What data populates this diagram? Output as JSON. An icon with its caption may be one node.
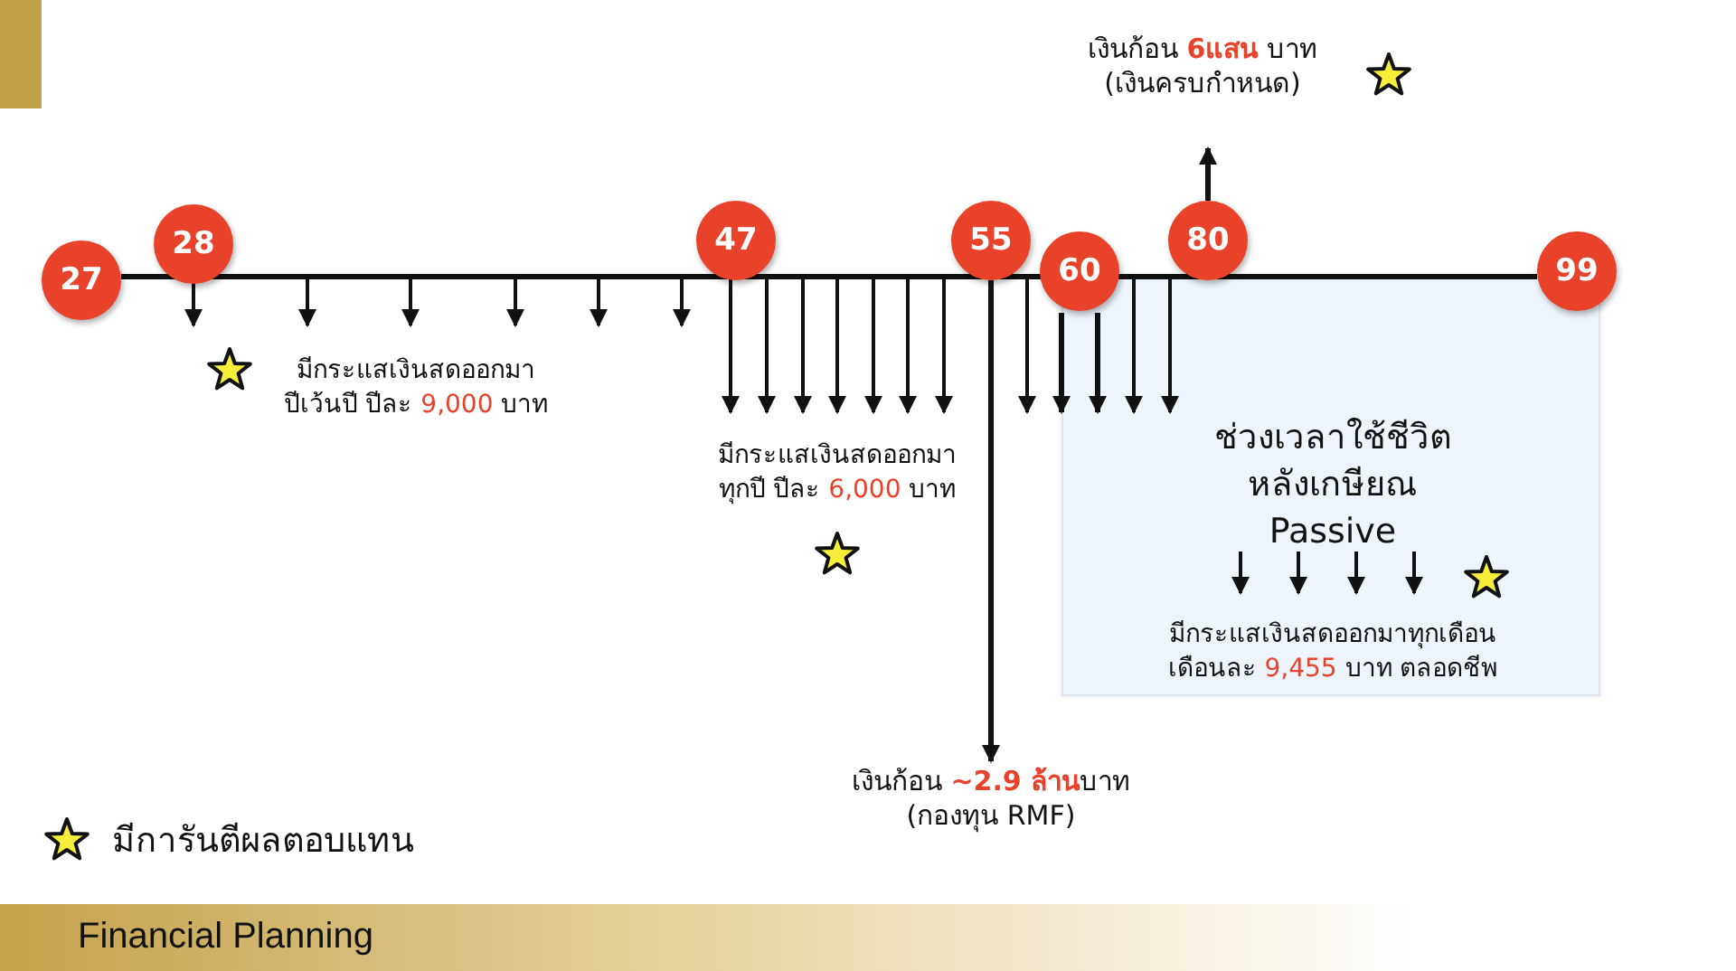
{
  "diagram": {
    "nodes": [
      {
        "text": [
          "27"
        ]
      },
      {
        "text": [
          "28"
        ]
      },
      {
        "text": [
          "47"
        ]
      },
      {
        "text": [
          "55"
        ]
      },
      {
        "text": [
          "60"
        ]
      },
      {
        "text": [
          "80"
        ]
      },
      {
        "text": [
          "99"
        ]
      },
      {
        "text": [
          "เงินก้อน **6แสน** บาท (เงินครบกำหนด)"
        ]
      },
      {
        "text": [
          "มีกระแสเงินสดออกมา ปีเว้นปี ปีละ *9,000* บาท"
        ]
      },
      {
        "text": [
          "มีกระแสเงินสดออกมา ทุกปี ปีละ *6,000* บาท"
        ]
      },
      {
        "text": [
          "ช่วงเวลาใช้ชีวิต หลังเกษียณ Passive",
          "มีกระแสเงินสดออกมาทุกเดือน เดือนละ *9,455* บาท ตลอดชีพ"
        ]
      },
      {
        "text": [
          "เงินก้อน **~2.9 ล้าน**บาท (กองทุน RMF)"
        ]
      },
      {
        "text": [],
        "shape": "bar"
      }
    ],
    "edges": [
      {
        "from": 5,
        "to": 7,
        "arrow": "to"
      },
      {
        "from": 3,
        "to": 11,
        "arrow": "to"
      },
      {
        "from": 12,
        "to": 8,
        "arrow": "to"
      },
      {
        "from": 12,
        "to": 8,
        "arrow": "to"
      },
      {
        "from": 12,
        "to": 8,
        "arrow": "to"
      },
      {
        "from": 12,
        "to": 8,
        "arrow": "to"
      },
      {
        "from": 12,
        "to": 8,
        "arrow": "to"
      },
      {
        "from": 12,
        "to": null,
        "arrow": "to"
      },
      {
        "from": 12,
        "to": 9,
        "arrow": "to"
      },
      {
        "from": 12,
        "to": 9,
        "arrow": "to"
      },
      {
        "from": 12,
        "to": 9,
        "arrow": "to"
      },
      {
        "from": 12,
        "to": 9,
        "arrow": "to"
      },
      {
        "from": 12,
        "to": 9,
        "arrow": "to"
      },
      {
        "from": 12,
        "to": 9,
        "arrow": "to"
      },
      {
        "from": 12,
        "to": 9,
        "arrow": "to"
      },
      {
        "from": 12,
        "to": 10,
        "arrow": "to"
      },
      {
        "from": 4,
        "to": 10,
        "arrow": "to"
      },
      {
        "from": 4,
        "to": 10,
        "arrow": "to"
      },
      {
        "from": 12,
        "to": 10,
        "arrow": "to"
      },
      {
        "from": 12,
        "to": 10,
        "arrow": "to"
      }
    ],
    "labels": [
      "Financial Planning"
    ],
    "legend": [
      {
        "text": "มีการันตีผลตอบแทน"
      }
    ]
  }
}
